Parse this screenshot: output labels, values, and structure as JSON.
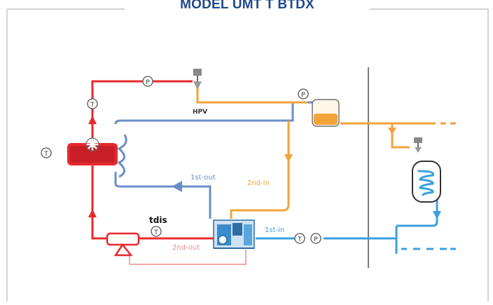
{
  "title": "MODEL UMT T  BTDX",
  "labels": {
    "hpv": "HPV",
    "first_out": "1st-out",
    "second_in": "2nd-in",
    "tdis": "tdis",
    "first_in": "1st-in",
    "second_out": "2nd-out"
  },
  "gauges": {
    "t": "T",
    "p": "P"
  },
  "colors": {
    "hot": "#e8292e",
    "cold_return": "#6a8ec8",
    "liquid": "#f2a33a",
    "suction": "#3aa0e0",
    "frame": "#b8b8b8",
    "title": "#1e4a8c"
  }
}
